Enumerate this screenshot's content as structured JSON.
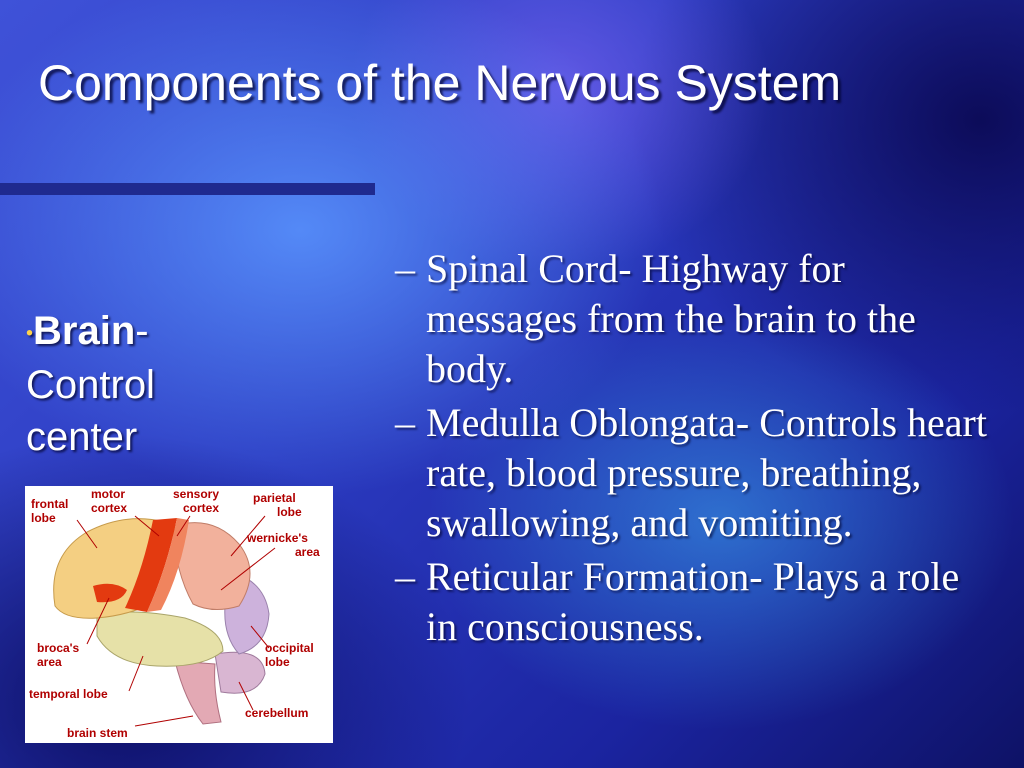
{
  "slide": {
    "title": "Components of the Nervous System",
    "left": {
      "bullet": "•",
      "term": "Brain",
      "rest": "- Control center"
    },
    "right_items": [
      {
        "dash": "–",
        "text": "Spinal Cord- Highway for messages from the brain to the body."
      },
      {
        "dash": "–",
        "text": "Medulla Oblongata- Controls heart rate, blood pressure, breathing, swallowing, and vomiting."
      },
      {
        "dash": "–",
        "text": "Reticular Formation- Plays a role in consciousness."
      }
    ],
    "figure_labels": {
      "frontal_1": "frontal",
      "frontal_2": "lobe",
      "motor_1": "motor",
      "motor_2": "cortex",
      "sensory_1": "sensory",
      "sensory_2": "cortex",
      "parietal_1": "parietal",
      "parietal_2": "lobe",
      "wernicke_1": "wernicke's",
      "wernicke_2": "area",
      "broca_1": "broca's",
      "broca_2": "area",
      "occipital_1": "occipital",
      "occipital_2": "lobe",
      "temporal": "temporal lobe",
      "cerebellum": "cerebellum",
      "brainstem": "brain stem"
    }
  },
  "colors": {
    "title_rule": "#1f2a8f",
    "bullet": "#ffd24a",
    "label_red": "#b00000",
    "motor_strip": "#e33a10"
  }
}
